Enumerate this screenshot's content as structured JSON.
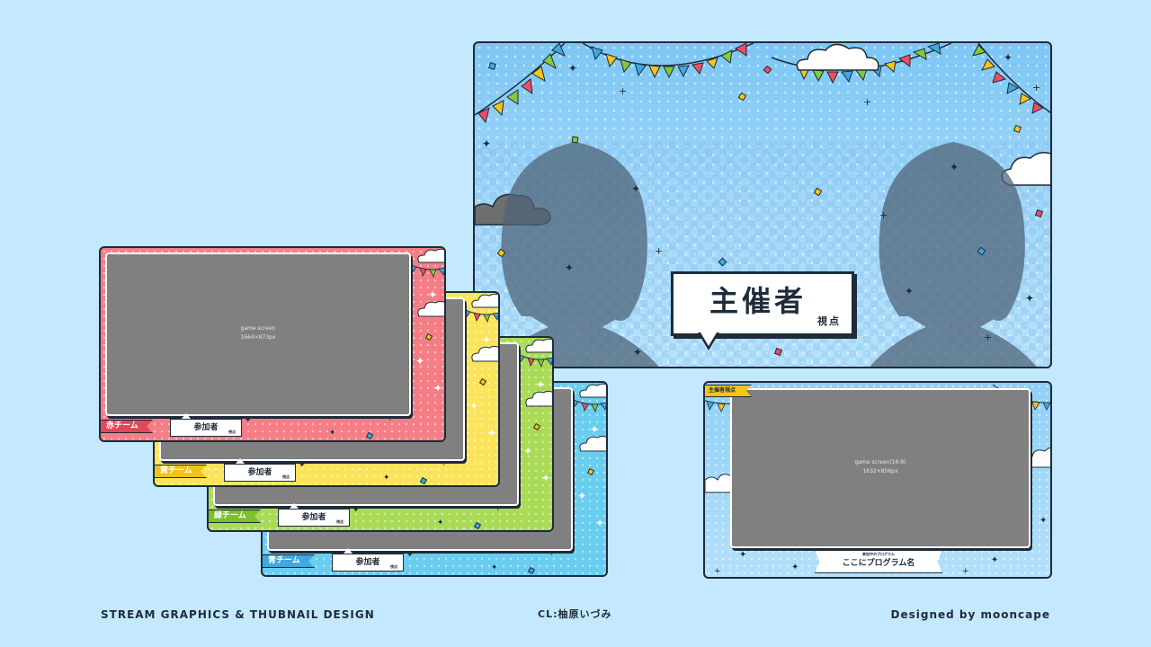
{
  "participant_frames": [
    {
      "team_label": "赤チーム",
      "name": "参加者",
      "name_sub": "視点",
      "bg": "#f47d86",
      "tag_color": "#e3475a",
      "screen_label_1": "game screen",
      "screen_label_2": "1664×873px"
    },
    {
      "team_label": "黄チーム",
      "name": "参加者",
      "name_sub": "視点",
      "bg": "#fbe35a",
      "tag_color": "#f0c21b",
      "screen_label_1": "",
      "screen_label_2": ""
    },
    {
      "team_label": "緑チーム",
      "name": "参加者",
      "name_sub": "視点",
      "bg": "#a9db57",
      "tag_color": "#7fbf2a",
      "screen_label_1": "",
      "screen_label_2": ""
    },
    {
      "team_label": "青チーム",
      "name": "参加者",
      "name_sub": "視点",
      "bg": "#69cdef",
      "tag_color": "#3ea8e0",
      "screen_label_1": "",
      "screen_label_2": ""
    }
  ],
  "host_frame": {
    "caption_main": "主催者",
    "caption_sub": "視点"
  },
  "program_frame": {
    "host_tag": "主催者視点",
    "screen_label_1": "game screen(16:9)",
    "screen_label_2": "1632×856px",
    "program_small": "参加中のプログラム",
    "program_name": "ここにプログラム名"
  },
  "footer": {
    "left": "STREAM GRAPHICS & THUBNAIL DESIGN",
    "center": "CL:柚原いづみ",
    "right": "Designed by mooncape"
  },
  "colors": {
    "background": "#c4e8fd",
    "outline": "#1e2b3a",
    "screen": "#808080"
  }
}
